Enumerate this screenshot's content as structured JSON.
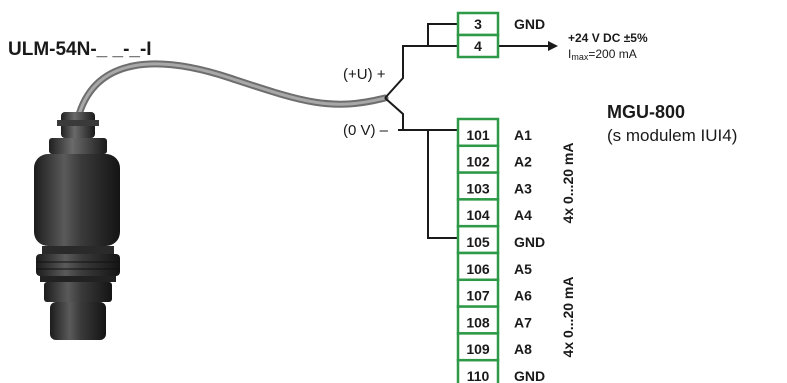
{
  "sensor": {
    "model": "ULM-54N-_ _-_-I",
    "plus_label": "(+U) +",
    "minus_label": "(0 V) –"
  },
  "controller": {
    "name": "MGU-800",
    "module": "(s modulem IUI4)"
  },
  "power": {
    "voltage": "+24 V DC ±5%",
    "imax_prefix": "I",
    "imax_sub": "max",
    "imax_value": "=200 mA"
  },
  "top_terminals": [
    {
      "number": "3",
      "label": "GND"
    },
    {
      "number": "4",
      "label": ""
    }
  ],
  "input_terminals": [
    {
      "number": "101",
      "label": "A1"
    },
    {
      "number": "102",
      "label": "A2"
    },
    {
      "number": "103",
      "label": "A3"
    },
    {
      "number": "104",
      "label": "A4"
    },
    {
      "number": "105",
      "label": "GND"
    },
    {
      "number": "106",
      "label": "A5"
    },
    {
      "number": "107",
      "label": "A6"
    },
    {
      "number": "108",
      "label": "A7"
    },
    {
      "number": "109",
      "label": "A8"
    },
    {
      "number": "110",
      "label": "GND"
    }
  ],
  "group_labels": [
    "4x 0...20 mA",
    "4x 0...20 mA"
  ],
  "colors": {
    "terminal_border": "#2e9a48",
    "wire": "#1a1a1a",
    "cable": "#8c8c8c",
    "sensor_body": "#2b2b2b"
  }
}
